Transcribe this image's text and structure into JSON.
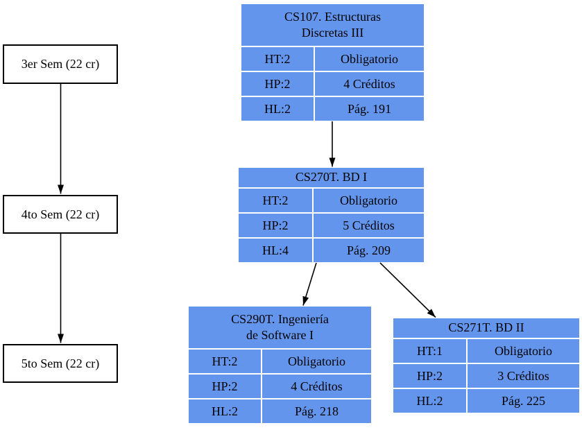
{
  "diagram": {
    "node_fill_color": "#6495ED",
    "background_color": "#ffffff",
    "edge_color": "#000000",
    "semester_node_fill": "#ffffff",
    "semester_node_border": "#000000"
  },
  "semesters": [
    {
      "label": "3er Sem (22 cr)"
    },
    {
      "label": "4to Sem (22 cr)"
    },
    {
      "label": "5to Sem (22 cr)"
    }
  ],
  "courses": [
    {
      "code": "CS107",
      "title": "CS107. Estructuras\nDiscretas III",
      "rows": [
        [
          "HT:2",
          "Obligatorio"
        ],
        [
          "HP:2",
          "4 Créditos"
        ],
        [
          "HL:2",
          "Pág. 191"
        ]
      ]
    },
    {
      "code": "CS270T",
      "title": "CS270T. BD I",
      "rows": [
        [
          "HT:2",
          "Obligatorio"
        ],
        [
          "HP:2",
          "5 Créditos"
        ],
        [
          "HL:4",
          "Pág. 209"
        ]
      ]
    },
    {
      "code": "CS290T",
      "title": "CS290T. Ingeniería\nde Software I",
      "rows": [
        [
          "HT:2",
          "Obligatorio"
        ],
        [
          "HP:2",
          "4 Créditos"
        ],
        [
          "HL:2",
          "Pág. 218"
        ]
      ]
    },
    {
      "code": "CS271T",
      "title": "CS271T. BD II",
      "rows": [
        [
          "HT:1",
          "Obligatorio"
        ],
        [
          "HP:2",
          "3 Créditos"
        ],
        [
          "HL:2",
          "Pág. 225"
        ]
      ]
    }
  ],
  "edges": [
    {
      "from": "3er Sem (22 cr)",
      "to": "4to Sem (22 cr)"
    },
    {
      "from": "4to Sem (22 cr)",
      "to": "5to Sem (22 cr)"
    },
    {
      "from": "CS107",
      "to": "CS270T"
    },
    {
      "from": "CS270T",
      "to": "CS290T"
    },
    {
      "from": "CS270T",
      "to": "CS271T"
    }
  ]
}
